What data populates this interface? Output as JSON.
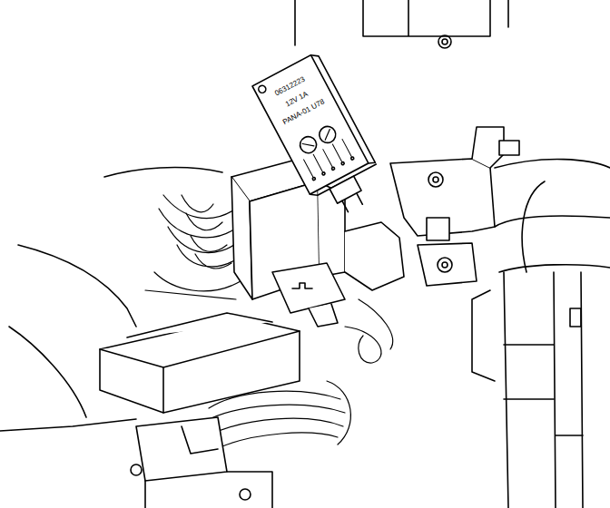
{
  "diagram": {
    "labels": [
      "06312223",
      "12V 1A",
      "PANA-01 U78"
    ]
  }
}
